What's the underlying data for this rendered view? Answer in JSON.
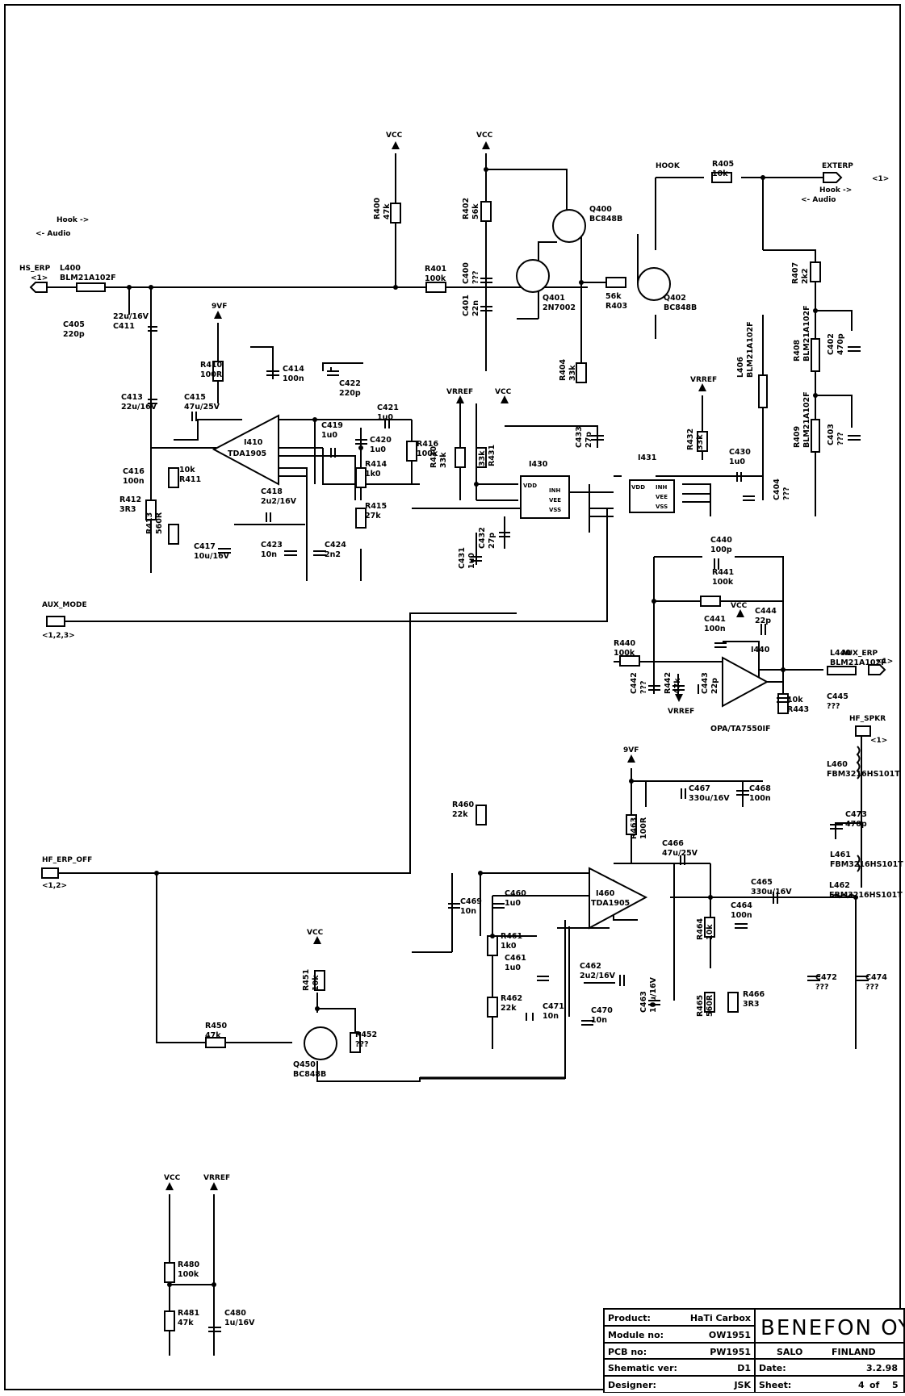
{
  "nets": {
    "vcc": "VCC",
    "vrref": "VRREF",
    "ninevf": "9VF",
    "hook": "HOOK",
    "exterp": "EXTERP",
    "exterp_port": "<1>",
    "hs_erp": "HS_ERP",
    "hs_erp_port": "<1>",
    "aux_mode": "AUX_MODE",
    "aux_mode_port": "<1,2,3>",
    "hf_erp_off": "HF_ERP_OFF",
    "hf_erp_off_port": "<1,2>",
    "aux_erp": "AUX_ERP",
    "aux_erp_port": "<1>",
    "hf_spkr": "HF_SPKR",
    "hf_spkr_port": "<1>"
  },
  "notes": {
    "hook_left": "Hook ->",
    "audio_left": "<- Audio",
    "hook_right": "Hook ->",
    "audio_right": "<- Audio"
  },
  "parts": {
    "L400": [
      "L400",
      "BLM21A102F"
    ],
    "C405": [
      "C405",
      "220p"
    ],
    "C411": [
      "22u/16V",
      "C411"
    ],
    "C413": [
      "C413",
      "22u/16V"
    ],
    "C415": [
      "C415",
      "47u/25V"
    ],
    "C416": [
      "C416",
      "100n"
    ],
    "R411": [
      "10k",
      "R411"
    ],
    "R412": [
      "R412",
      "3R3"
    ],
    "R413": [
      "R413",
      "560R"
    ],
    "R410": [
      "R410",
      "100R"
    ],
    "C414": [
      "C414",
      "100n"
    ],
    "C422": [
      "C422",
      "220p"
    ],
    "C421": [
      "C421",
      "1u0"
    ],
    "C419": [
      "C419",
      "1u0"
    ],
    "C420": [
      "C420",
      "1u0"
    ],
    "R414": [
      "R414",
      "1k0"
    ],
    "R415": [
      "R415",
      "27k"
    ],
    "C418": [
      "C418",
      "2u2/16V"
    ],
    "C417": [
      "C417",
      "10u/16V"
    ],
    "C423": [
      "C423",
      "10n"
    ],
    "C424": [
      "C424",
      "2n2"
    ],
    "R416": [
      "R416",
      "100k"
    ],
    "R400": [
      "R400",
      "47k"
    ],
    "R401": [
      "R401",
      "100k"
    ],
    "R402": [
      "R402",
      "56k"
    ],
    "C400": [
      "C400",
      "???"
    ],
    "C401": [
      "C401",
      "22n"
    ],
    "Q400": [
      "Q400",
      "BC848B"
    ],
    "Q401": [
      "Q401",
      "2N7002"
    ],
    "R403": [
      "56k",
      "R403"
    ],
    "Q402": [
      "Q402",
      "BC848B"
    ],
    "R404": [
      "R404",
      "33k"
    ],
    "R405": [
      "R405",
      "10k"
    ],
    "R407": [
      "R407",
      "2k2"
    ],
    "L406": [
      "L406",
      "BLM21A102F"
    ],
    "R408": [
      "R408",
      "BLM21A102F"
    ],
    "C402": [
      "C402",
      "470p"
    ],
    "R409": [
      "R409",
      "BLM21A102F"
    ],
    "C403": [
      "C403",
      "???"
    ],
    "C404": [
      "C404",
      "???"
    ],
    "R430": [
      "R430",
      "33k"
    ],
    "R431": [
      "33k",
      "R431"
    ],
    "C433": [
      "C433",
      "27p"
    ],
    "C432": [
      "C432",
      "27p"
    ],
    "C431": [
      "C431",
      "1u0"
    ],
    "R432": [
      "R432",
      "33k"
    ],
    "C430": [
      "C430",
      "1u0"
    ],
    "C440": [
      "C440",
      "100p"
    ],
    "R441": [
      "R441",
      "100k"
    ],
    "C441": [
      "C441",
      "100n"
    ],
    "C444": [
      "C444",
      "22p"
    ],
    "R440": [
      "R440",
      "100k"
    ],
    "C442": [
      "C442",
      "???"
    ],
    "R442": [
      "R442",
      "47k"
    ],
    "C443": [
      "C443",
      "22p"
    ],
    "R443": [
      "10k",
      "R443"
    ],
    "C445": [
      "C445",
      "???"
    ],
    "L440": [
      "L440",
      "BLM21A102F"
    ],
    "I440_type": [
      "OPA/TA7550IF"
    ],
    "L460": [
      "L460",
      "FBM3216HS101T"
    ],
    "C473": [
      "C473",
      "470p"
    ],
    "L461": [
      "L461",
      "FBM3216HS101T"
    ],
    "L462": [
      "L462",
      "FBM3216HS101T"
    ],
    "C467": [
      "C467",
      "330u/16V"
    ],
    "C468": [
      "C468",
      "100n"
    ],
    "R463": [
      "R463",
      "100R"
    ],
    "C466": [
      "C466",
      "47u/25V"
    ],
    "R460": [
      "R460",
      "22k"
    ],
    "C469": [
      "C469",
      "10n"
    ],
    "C460": [
      "C460",
      "1u0"
    ],
    "R461": [
      "R461",
      "1k0"
    ],
    "C461": [
      "C461",
      "1u0"
    ],
    "R462": [
      "R462",
      "22k"
    ],
    "C471": [
      "C471",
      "10n"
    ],
    "C462": [
      "C462",
      "2u2/16V"
    ],
    "C470": [
      "C470",
      "10n"
    ],
    "C463": [
      "C463",
      "10u/16V"
    ],
    "R464": [
      "R464",
      "10k"
    ],
    "R465": [
      "R465",
      "560R"
    ],
    "C464": [
      "C464",
      "100n"
    ],
    "R466": [
      "R466",
      "3R3"
    ],
    "C465": [
      "C465",
      "330u/16V"
    ],
    "C472": [
      "C472",
      "???"
    ],
    "C474": [
      "C474",
      "???"
    ],
    "R451": [
      "R451",
      "10k"
    ],
    "R450": [
      "R450",
      "47k"
    ],
    "Q450": [
      "Q450",
      "BC848B"
    ],
    "R452": [
      "R452",
      "???"
    ],
    "R480": [
      "R480",
      "100k"
    ],
    "R481": [
      "R481",
      "47k"
    ],
    "C480": [
      "C480",
      "1u/16V"
    ]
  },
  "ics": {
    "I410": {
      "name": "I410",
      "type": "TDA1905"
    },
    "I460": {
      "name": "I460",
      "type": "TDA1905"
    },
    "I430": {
      "name": "I430",
      "pins": [
        "VDD",
        "INH",
        "VEE",
        "VSS"
      ]
    },
    "I431": {
      "name": "I431",
      "pins": [
        "VDD",
        "INH",
        "VEE",
        "VSS"
      ]
    },
    "I440": {
      "name": "I440"
    }
  },
  "title_block": {
    "product_label": "Product:",
    "product_value": "HaTi Carbox",
    "module_label": "Module no:",
    "module_value": "OW1951",
    "pcb_label": "PCB no:",
    "pcb_value": "PW1951",
    "ver_label": "Shematic ver:",
    "ver_value": "D1",
    "designer_label": "Designer:",
    "designer_value": "JSK",
    "company": "BENEFON OY",
    "city": "SALO",
    "country": "FINLAND",
    "date_label": "Date:",
    "date_value": "3.2.98",
    "sheet_label": "Sheet:",
    "sheet_value": "4",
    "sheet_of": "of",
    "sheet_total": "5"
  }
}
